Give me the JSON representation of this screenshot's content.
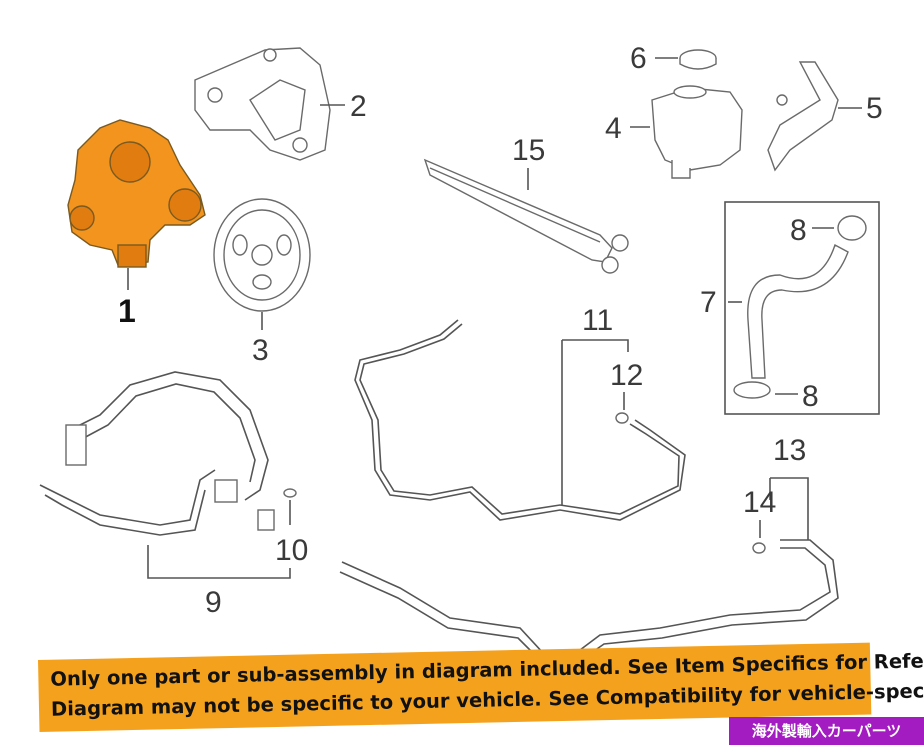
{
  "callouts": {
    "c1": "1",
    "c2": "2",
    "c3": "3",
    "c4": "4",
    "c5": "5",
    "c6": "6",
    "c7": "7",
    "c8a": "8",
    "c8b": "8",
    "c9": "9",
    "c10": "10",
    "c11": "11",
    "c12": "12",
    "c13": "13",
    "c14": "14",
    "c15": "15"
  },
  "banner": {
    "line1": "Only one part or sub-assembly in diagram included. See Item Specifics for Reference #.",
    "line2": "Diagram may not be specific to your vehicle. See Compatibility for vehicle-spec",
    "color": "#f4a21e"
  },
  "brand_tag": {
    "text": "海外製輸入カーパーツ",
    "color": "#a31cc2"
  },
  "highlight_color": "#f2941e"
}
